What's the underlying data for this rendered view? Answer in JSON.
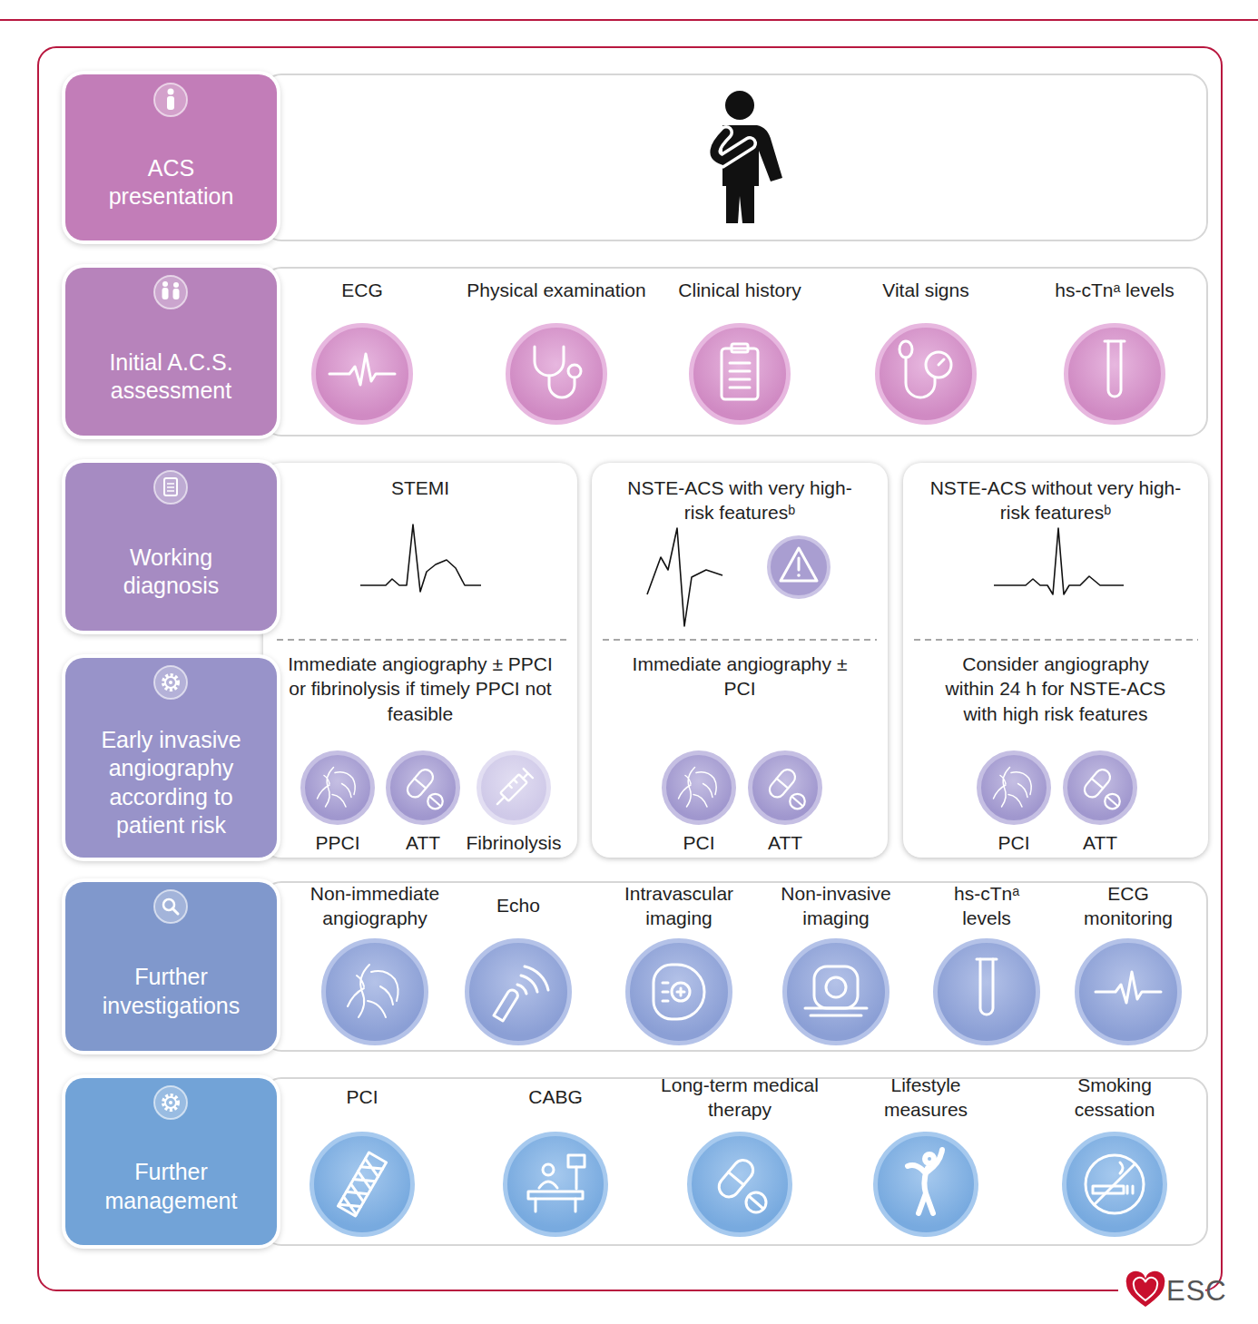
{
  "diagram": {
    "nodes": [
      {
        "text": [
          "ACS presentation"
        ]
      },
      {
        "text": [
          "Initial A.C.S. assessment"
        ]
      },
      {
        "text": [
          "ECG"
        ]
      },
      {
        "text": [
          "Physical examination"
        ]
      },
      {
        "text": [
          "Clinical history"
        ]
      },
      {
        "text": [
          "Vital signs"
        ]
      },
      {
        "text": [
          "hs-cTnᵃ levels"
        ]
      },
      {
        "text": [
          "Working diagnosis"
        ]
      },
      {
        "text": [
          "Early invasive angiography according to patient risk"
        ]
      },
      {
        "text": [
          "STEMI",
          "Immediate angiography ± PPCI or fibrinolysis if timely PPCI not feasible"
        ]
      },
      {
        "text": [
          "PPCI"
        ],
        "in": 9
      },
      {
        "text": [
          "ATT"
        ],
        "in": 9
      },
      {
        "text": [
          "Fibrinolysis"
        ],
        "in": 9
      },
      {
        "text": [
          "NSTE-ACS with very high-risk featuresᵇ",
          "Immediate angiography ± PCI"
        ]
      },
      {
        "text": [
          "PCI"
        ],
        "in": 13
      },
      {
        "text": [
          "ATT"
        ],
        "in": 13
      },
      {
        "text": [
          "NSTE-ACS without very high-risk featuresᵇ",
          "Consider angiography within 24 h for NSTE-ACS with high risk features"
        ]
      },
      {
        "text": [
          "PCI"
        ],
        "in": 16
      },
      {
        "text": [
          "ATT"
        ],
        "in": 16
      },
      {
        "text": [
          "Further investigations"
        ]
      },
      {
        "text": [
          "Non-immediate angiography"
        ]
      },
      {
        "text": [
          "Echo"
        ]
      },
      {
        "text": [
          "Intravascular imaging"
        ]
      },
      {
        "text": [
          "Non-invasive imaging"
        ]
      },
      {
        "text": [
          "hs-cTnᵃ levels"
        ]
      },
      {
        "text": [
          "ECG monitoring"
        ]
      },
      {
        "text": [
          "Further management"
        ]
      },
      {
        "text": [
          "PCI"
        ]
      },
      {
        "text": [
          "CABG"
        ]
      },
      {
        "text": [
          "Long-term medical therapy"
        ]
      },
      {
        "text": [
          "Lifestyle measures"
        ]
      },
      {
        "text": [
          "Smoking cessation"
        ]
      }
    ],
    "labels": [
      "ESC"
    ]
  }
}
